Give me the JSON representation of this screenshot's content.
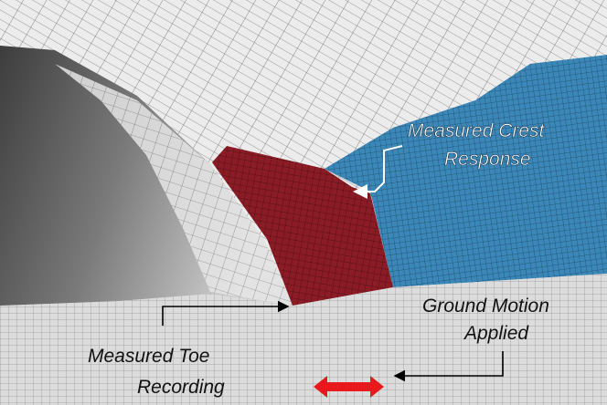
{
  "labels": {
    "crest_line1": "Measured Crest",
    "crest_line2": "Response",
    "ground_line1": "Ground Motion",
    "ground_line2": "Applied",
    "toe_line1": "Measured Toe",
    "toe_line2": "Recording"
  },
  "colors": {
    "dam_core": "#8b1c26",
    "reservoir": "#3a87b8",
    "ground": "#d9d9d9",
    "abutment_dark": "#5a5a5a",
    "arrow_red": "#e8191c"
  }
}
